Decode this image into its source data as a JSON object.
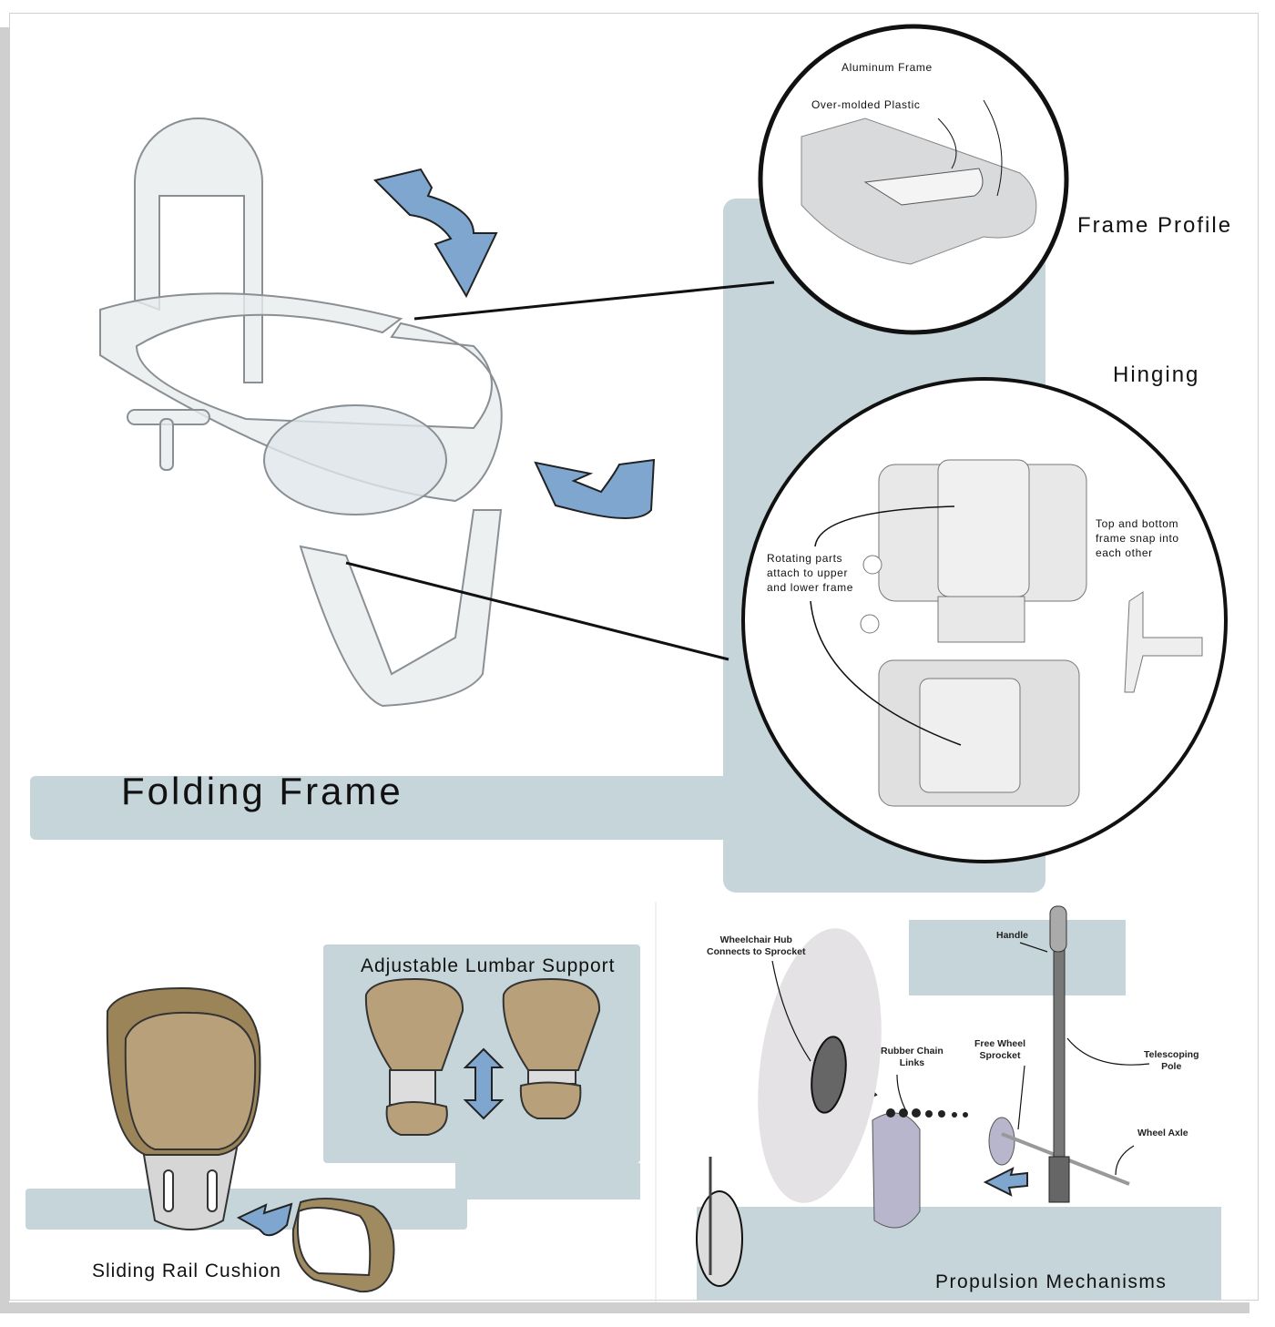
{
  "sections": {
    "folding_frame": {
      "title": "Folding Frame",
      "frame_profile": {
        "title": "Frame Profile",
        "labels": [
          "Aluminum Frame",
          "Over-molded Plastic"
        ]
      },
      "hinging": {
        "title": "Hinging",
        "labels": [
          "Rotating parts\nattach to upper\nand lower frame",
          "Top and bottom\nframe snap into\neach other"
        ]
      }
    },
    "cushion": {
      "sliding_rail": "Sliding Rail Cushion",
      "lumbar": "Adjustable Lumbar Support"
    },
    "propulsion": {
      "title": "Propulsion Mechanisms",
      "labels": {
        "hub": "Wheelchair Hub\nConnects to Sprocket",
        "handle": "Handle",
        "chain": "Rubber Chain\nLinks",
        "sprocket": "Free Wheel\nSprocket",
        "pole": "Telescoping\nPole",
        "axle": "Wheel Axle"
      }
    }
  },
  "colors": {
    "panel": "#c5d5da",
    "arrow": "#7fa6cf",
    "cushion": "#b8a07a"
  }
}
